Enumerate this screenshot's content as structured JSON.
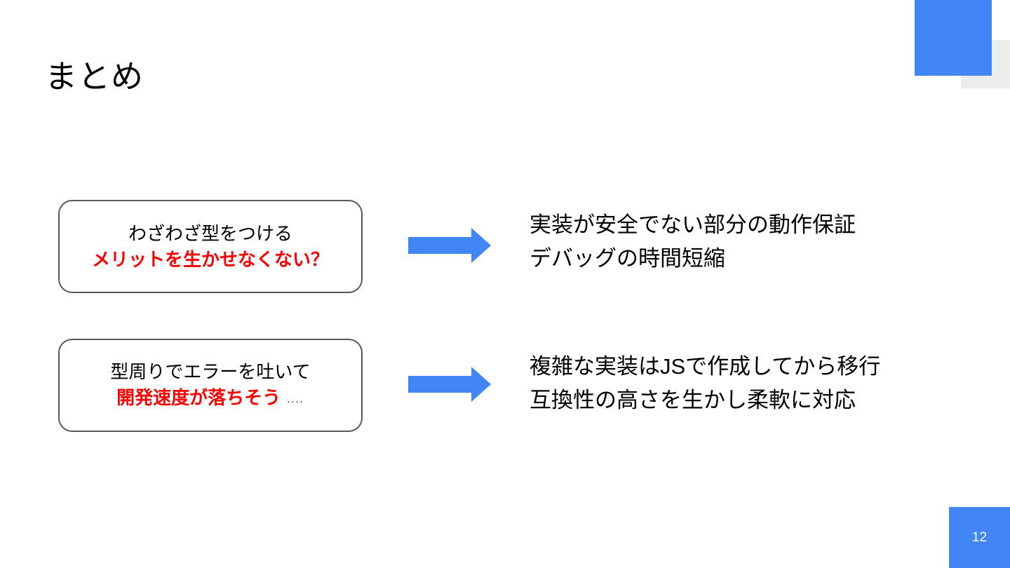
{
  "slide": {
    "title": "まとめ",
    "page_number": "12"
  },
  "callouts": [
    {
      "line1": "わざわざ型をつける",
      "line2_highlight": "メリットを生かせなくない？"
    },
    {
      "line1": "型周りでエラーを吐いて",
      "line2_highlight": "開発速度が落ちそう",
      "suffix": "...."
    }
  ],
  "results": [
    {
      "line1": "実装が安全でない部分の動作保証",
      "line2": "デバッグの時間短縮"
    },
    {
      "line1": "複雑な実装はJSで作成してから移行",
      "line2": "互換性の高さを生かし柔軟に対応"
    }
  ],
  "icons": {
    "arrow_1": "right-arrow-icon",
    "arrow_2": "right-arrow-icon"
  },
  "colors": {
    "accent_blue": "#4285f4",
    "corner_gray": "#ececec",
    "highlight_red": "#ff0000",
    "box_border_gray": "#595959",
    "text_black": "#000000",
    "page_number_white": "#fdfdfd"
  }
}
